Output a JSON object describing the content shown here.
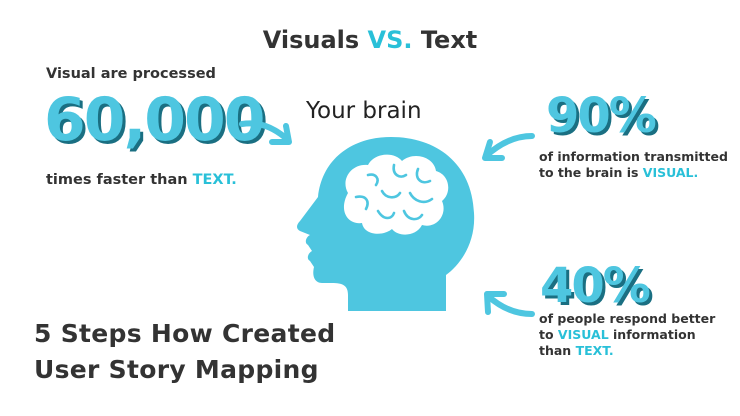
{
  "title": {
    "part1": "Visuals ",
    "accent": "VS.",
    "part2": " Text"
  },
  "left_stat": {
    "intro": "Visual are processed",
    "number": "60,000",
    "tail_text": "times faster than ",
    "tail_accent": "TEXT."
  },
  "brain_label": "Your brain",
  "stat_top_right": {
    "number": "90%",
    "line1": "of information transmitted",
    "line2_text": "to the brain is ",
    "line2_accent": "VISUAL."
  },
  "stat_bottom_right": {
    "number": "40%",
    "line1": "of people respond better",
    "line2_pre": "to ",
    "line2_accent": "VISUAL",
    "line2_post": " information",
    "line3_pre": "than ",
    "line3_accent": "TEXT."
  },
  "footer": {
    "line1": "5 Steps How Created",
    "line2": "User Story Mapping"
  },
  "colors": {
    "accent": "#29c0d8",
    "big_number": "#4ec6e0",
    "shadow": "#1a6f82",
    "head": "#4ec6e0",
    "text": "#333333"
  },
  "icons": [
    "head-silhouette-icon",
    "brain-icon",
    "arrow-icon"
  ]
}
